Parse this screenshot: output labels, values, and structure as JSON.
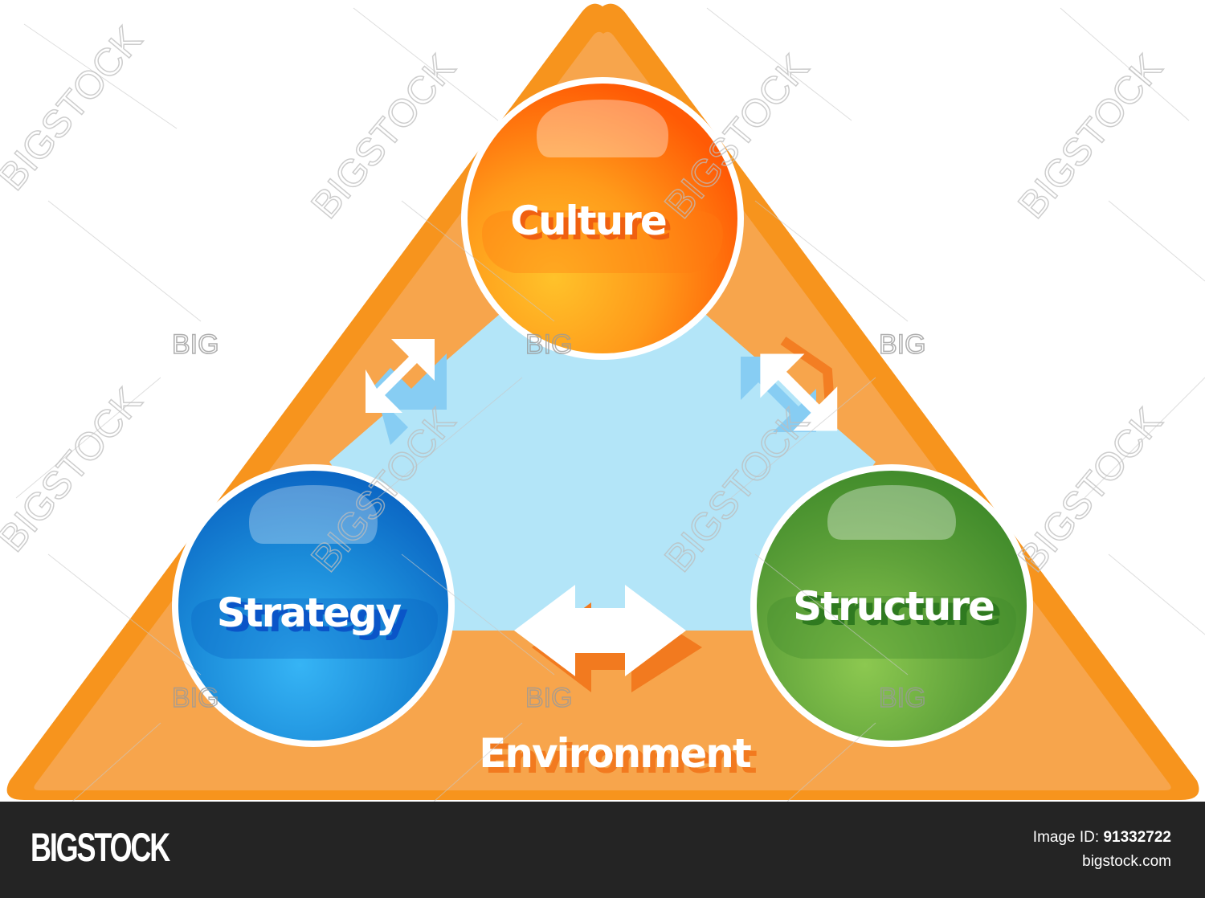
{
  "diagram": {
    "nodes": [
      {
        "id": "culture",
        "label": "Culture",
        "color": "#ff7a10",
        "position": "top"
      },
      {
        "id": "strategy",
        "label": "Strategy",
        "color": "#1a8ad8",
        "position": "bottom-left"
      },
      {
        "id": "structure",
        "label": "Structure",
        "color": "#5fa23a",
        "position": "bottom-right"
      }
    ],
    "container_label": "Environment",
    "connectors": [
      {
        "from": "strategy",
        "to": "culture",
        "type": "double-arrow"
      },
      {
        "from": "culture",
        "to": "structure",
        "type": "double-arrow"
      },
      {
        "from": "strategy",
        "to": "structure",
        "type": "double-arrow"
      }
    ],
    "colors": {
      "triangle_border": "#f7941d",
      "triangle_fill": "#f7a54c",
      "inner_area": "#b3e5f8"
    }
  },
  "watermark": {
    "text": "BIGSTOCK",
    "short": "BIG"
  },
  "footer": {
    "logo": "BIGSTOCK",
    "image_id_label": "Image ID:",
    "image_id": "91332722",
    "site": "bigstock.com"
  }
}
